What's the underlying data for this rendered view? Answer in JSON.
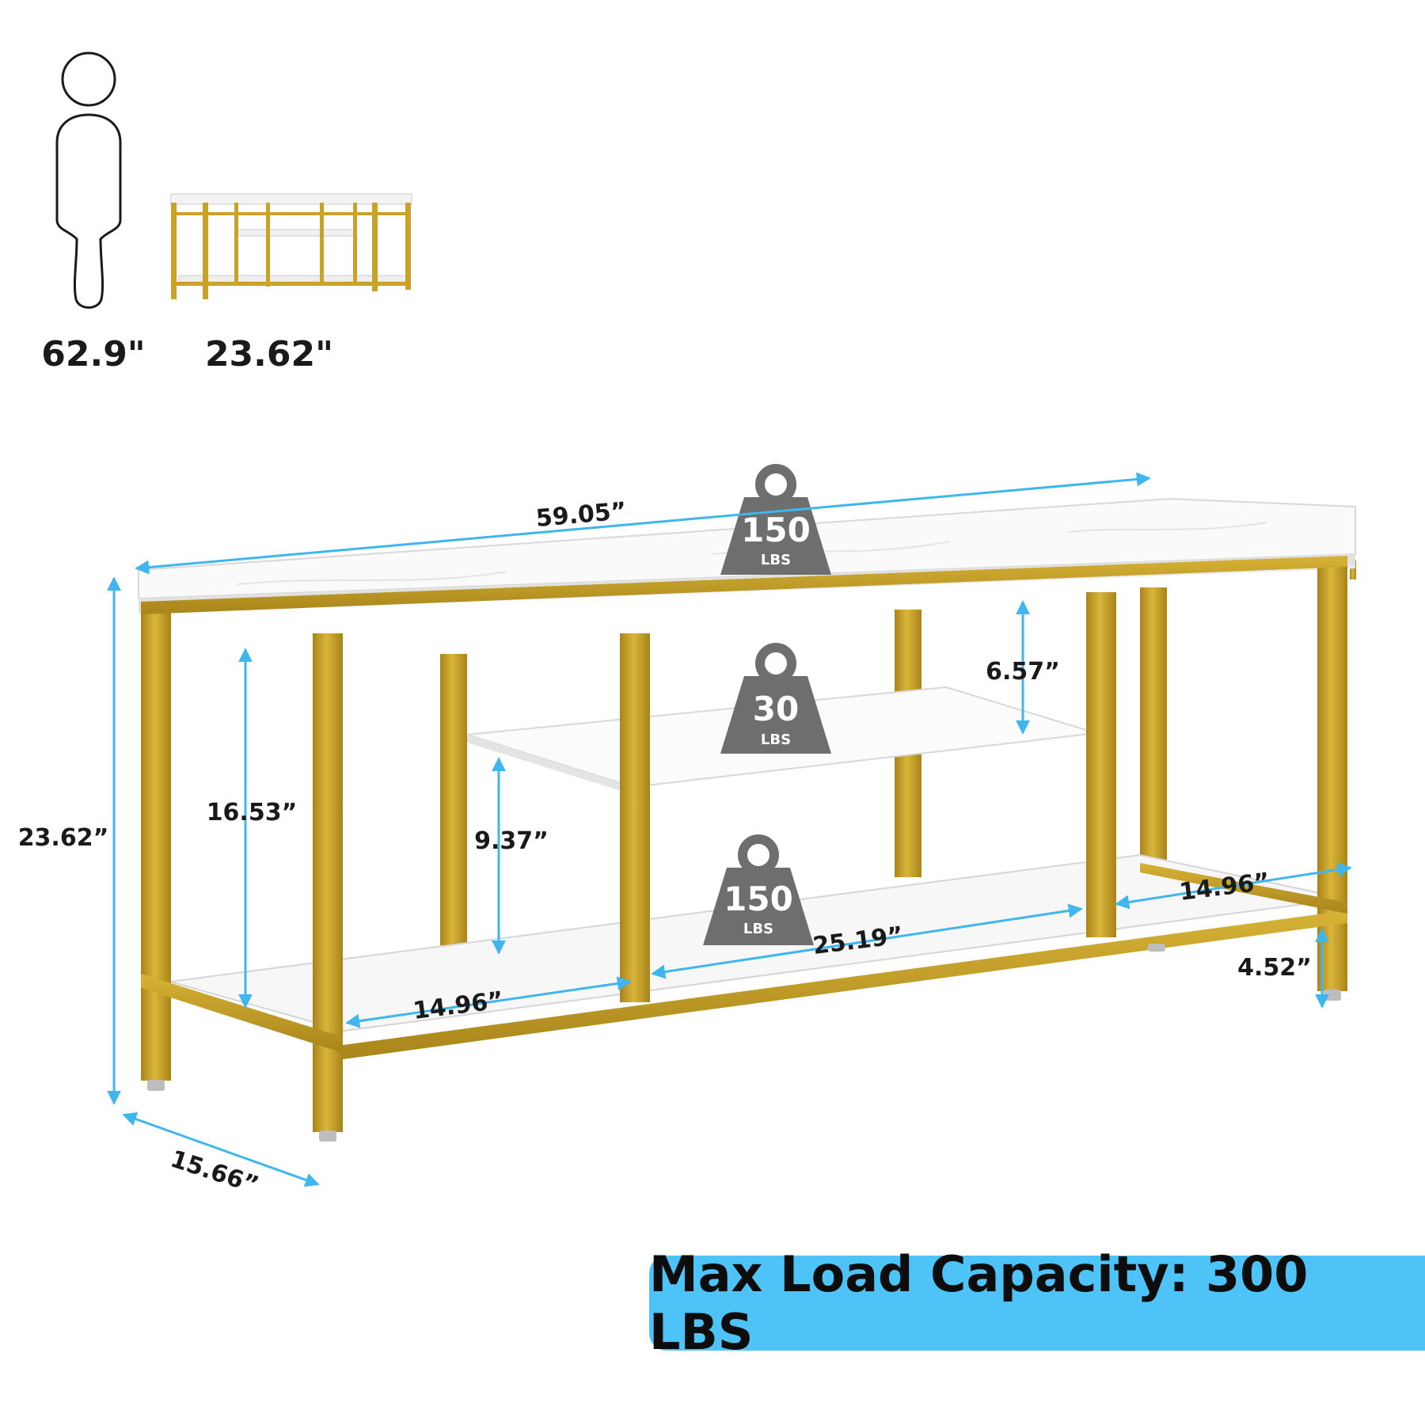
{
  "scale": {
    "person_height": "62.9\"",
    "table_height": "23.62\""
  },
  "weights": {
    "top": {
      "value": "150",
      "unit": "LBS"
    },
    "middle": {
      "value": "30",
      "unit": "LBS"
    },
    "bottom": {
      "value": "150",
      "unit": "LBS"
    }
  },
  "dimensions": {
    "width": "59.05”",
    "height": "23.62”",
    "depth": "15.66”",
    "upper_side_height": "16.53”",
    "middle_clearance": "9.37”",
    "top_clearance": "6.57”",
    "left_bay": "14.96”",
    "center_bay": "25.19”",
    "right_bay": "14.96”",
    "leg_height": "4.52”"
  },
  "banner": {
    "text": "Max Load Capacity: 300 LBS"
  },
  "colors": {
    "accent": "#4dc3f7",
    "arrow": "#3fb6ee",
    "frame": "#c9a227",
    "weight": "#6e6e6e"
  }
}
